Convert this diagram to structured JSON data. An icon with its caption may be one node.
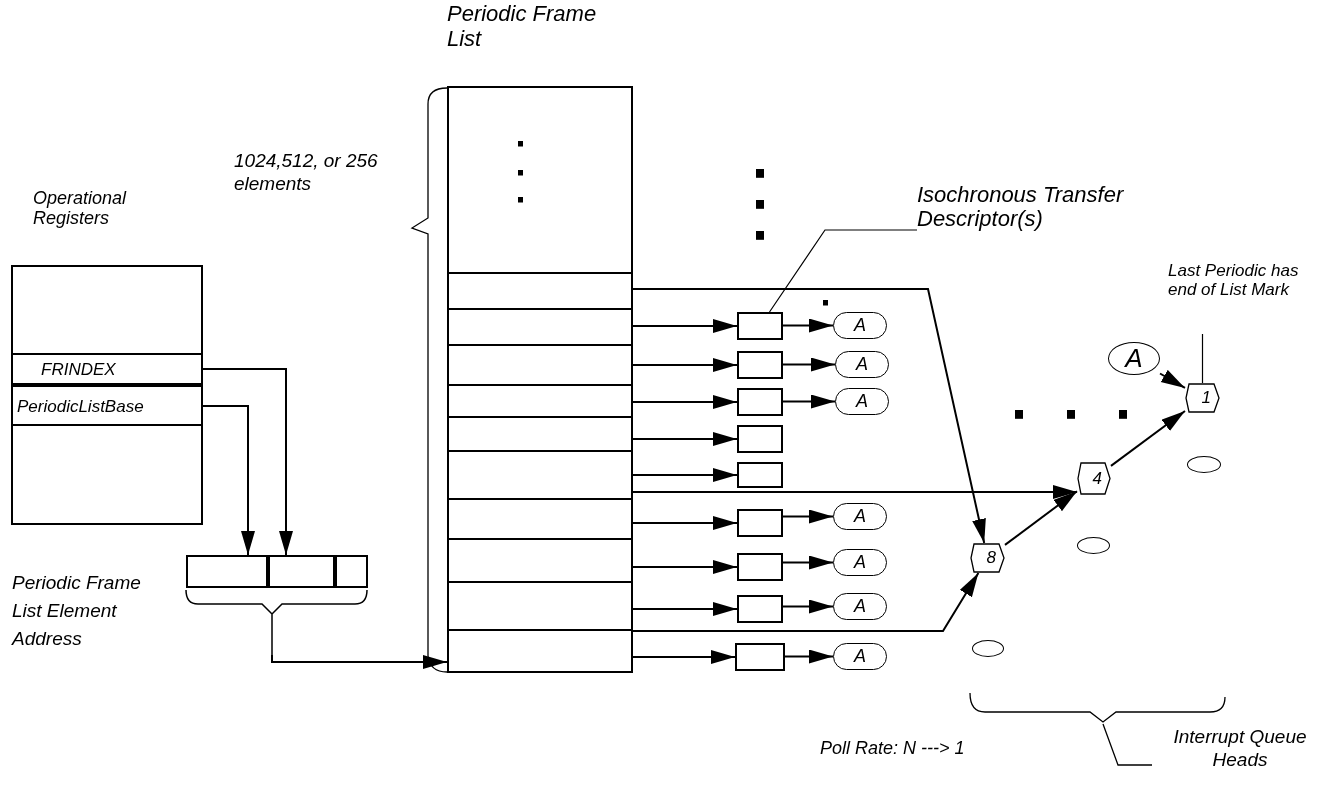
{
  "diagram": {
    "nodes": [
      {
        "text": [
          "Periodic Frame List"
        ]
      },
      {
        "text": [],
        "shape": "box",
        "in": 0
      },
      {
        "text": [],
        "shape": "box",
        "in": 0
      },
      {
        "text": [],
        "shape": "box",
        "in": 0
      },
      {
        "text": [],
        "shape": "box",
        "in": 0
      },
      {
        "text": [],
        "shape": "box",
        "in": 0
      },
      {
        "text": [],
        "shape": "box",
        "in": 0
      },
      {
        "text": [],
        "shape": "box",
        "in": 0
      },
      {
        "text": [],
        "shape": "box",
        "in": 0
      },
      {
        "text": [],
        "shape": "box",
        "in": 0
      },
      {
        "text": [],
        "shape": "box",
        "in": 0
      },
      {
        "text": [
          "Isochronous Transfer Descriptor(s)"
        ]
      },
      {
        "text": [
          "Operational Registers"
        ]
      },
      {
        "text": [
          "FRINDEX"
        ],
        "in": 12
      },
      {
        "text": [
          "PeriodicListBase"
        ],
        "in": 12
      },
      {
        "text": [
          "Last Periodic has end of List Mark"
        ]
      },
      {
        "text": [
          "A"
        ]
      },
      {
        "text": [
          "1"
        ]
      },
      {
        "text": [],
        "shape": "box"
      },
      {
        "text": [],
        "shape": "box"
      },
      {
        "text": [],
        "shape": "box"
      },
      {
        "text": [],
        "shape": "box"
      },
      {
        "text": [],
        "shape": "box"
      },
      {
        "text": [],
        "shape": "box"
      },
      {
        "text": [],
        "shape": "box"
      },
      {
        "text": [],
        "shape": "box"
      },
      {
        "text": [],
        "shape": "box"
      },
      {
        "text": [
          "A"
        ]
      },
      {
        "text": [
          "A"
        ]
      },
      {
        "text": [
          "A"
        ]
      },
      {
        "text": [
          "A"
        ]
      },
      {
        "text": [
          "A"
        ]
      },
      {
        "text": [
          "A"
        ]
      },
      {
        "text": [
          "A"
        ]
      },
      {
        "text": [
          "4"
        ]
      },
      {
        "text": [
          "8"
        ]
      },
      {
        "text": [],
        "shape": "circle"
      },
      {
        "text": [],
        "shape": "circle"
      },
      {
        "text": [],
        "shape": "circle"
      },
      {
        "text": [
          "Periodic Frame List Element Address"
        ]
      },
      {
        "text": [],
        "shape": "box",
        "in": 39
      },
      {
        "text": [],
        "shape": "box",
        "in": 39
      },
      {
        "text": [],
        "shape": "box",
        "in": 39
      }
    ],
    "edges": [
      {
        "from": 14,
        "to": 40,
        "arrow": "to"
      },
      {
        "from": 13,
        "to": 41,
        "arrow": "to"
      },
      {
        "from": 39,
        "to": 10,
        "arrow": "to"
      },
      {
        "from": 1,
        "to": 35,
        "arrow": "to"
      },
      {
        "from": 2,
        "to": 18,
        "arrow": "to"
      },
      {
        "from": 3,
        "to": 19,
        "arrow": "to"
      },
      {
        "from": 4,
        "to": 20,
        "arrow": "to"
      },
      {
        "from": 5,
        "to": 21,
        "arrow": "to"
      },
      {
        "from": 6,
        "to": 22,
        "arrow": "to"
      },
      {
        "from": 6,
        "to": 34,
        "arrow": "to"
      },
      {
        "from": 7,
        "to": 23,
        "arrow": "to"
      },
      {
        "from": 8,
        "to": 24,
        "arrow": "to"
      },
      {
        "from": 9,
        "to": 25,
        "arrow": "to"
      },
      {
        "from": 10,
        "to": 26,
        "arrow": "to"
      },
      {
        "from": 10,
        "to": 35,
        "arrow": "to"
      },
      {
        "from": 18,
        "to": 27,
        "arrow": "to"
      },
      {
        "from": 19,
        "to": 28,
        "arrow": "to"
      },
      {
        "from": 20,
        "to": 29,
        "arrow": "to"
      },
      {
        "from": 23,
        "to": 30,
        "arrow": "to"
      },
      {
        "from": 24,
        "to": 31,
        "arrow": "to"
      },
      {
        "from": 25,
        "to": 32,
        "arrow": "to"
      },
      {
        "from": 26,
        "to": 33,
        "arrow": "to"
      },
      {
        "from": 35,
        "to": 34,
        "arrow": "to"
      },
      {
        "from": 34,
        "to": 17,
        "arrow": "to"
      },
      {
        "from": 16,
        "to": 17,
        "arrow": "to"
      },
      {
        "from": 11,
        "to": 18,
        "arrow": "none"
      },
      {
        "from": 15,
        "to": 17,
        "arrow": "none"
      }
    ],
    "labels": [
      "1024,512, or 256 elements",
      "Poll Rate: N ---> 1",
      "Interrupt Queue Heads"
    ]
  }
}
